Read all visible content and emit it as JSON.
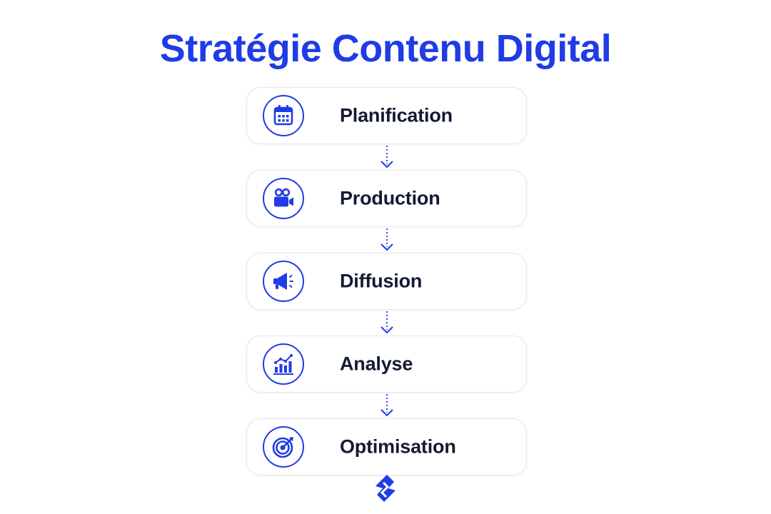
{
  "title": "Stratégie Contenu Digital",
  "colors": {
    "accent": "#1f3ce6",
    "text": "#141a33",
    "card_border": "#e4e6ef"
  },
  "steps": [
    {
      "label": "Planification",
      "icon": "calendar-icon"
    },
    {
      "label": "Production",
      "icon": "video-camera-icon"
    },
    {
      "label": "Diffusion",
      "icon": "megaphone-icon"
    },
    {
      "label": "Analyse",
      "icon": "growth-chart-icon"
    },
    {
      "label": "Optimisation",
      "icon": "target-icon"
    }
  ],
  "logo": "brand-logo-icon"
}
